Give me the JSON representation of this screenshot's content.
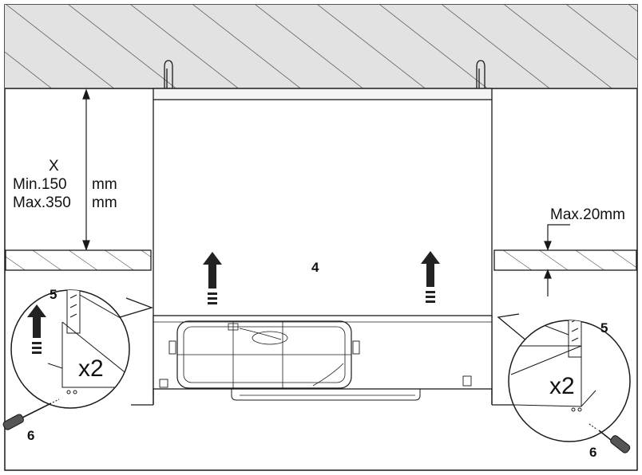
{
  "dimension_x": {
    "symbol": "X",
    "min_text": "Min.150",
    "max_text": "Max.350",
    "unit": "mm"
  },
  "max_gap_text": "Max.20mm",
  "callouts": {
    "hood_number": "4",
    "bracket_number": "5",
    "screw_number": "6",
    "multiplier": "x2"
  },
  "colors": {
    "line": "#1a1a1a",
    "ceiling_fill": "#e2e2e2",
    "panel_fill": "#ffffff",
    "arrow": "#222222"
  }
}
